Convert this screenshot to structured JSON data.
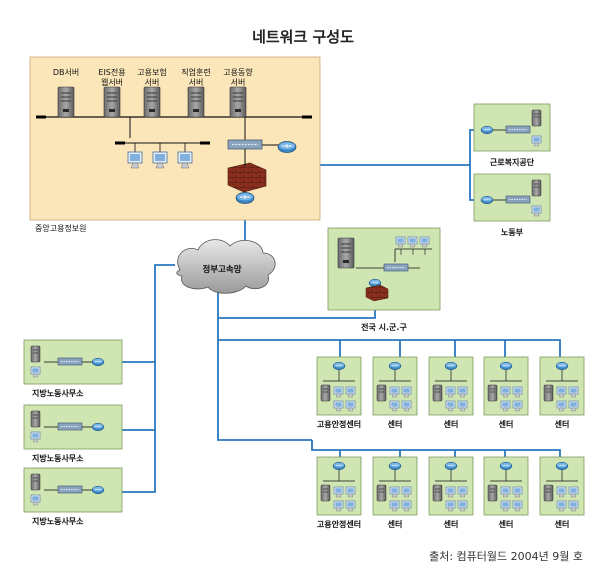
{
  "title": "네트워크 구성도",
  "source": "출처: 컴퓨터월드 2004년 9월 호",
  "hq": {
    "label": "중앙고용정보원",
    "servers": [
      {
        "line1": "DB서버",
        "line2": ""
      },
      {
        "line1": "EIS전용",
        "line2": "웹서버"
      },
      {
        "line1": "고용보험",
        "line2": "서버"
      },
      {
        "line1": "직업훈련",
        "line2": "서버"
      },
      {
        "line1": "고용동향",
        "line2": "서버"
      }
    ]
  },
  "cloud": "정부고속망",
  "right_sites": [
    {
      "label": "근로복지공단"
    },
    {
      "label": "노동부"
    }
  ],
  "local_gov": {
    "label": "전국 시.군.구"
  },
  "labor_offices": [
    {
      "label": "지방노동사무소"
    },
    {
      "label": "지방노동사무소"
    },
    {
      "label": "지방노동사무소"
    }
  ],
  "centers_row1": [
    {
      "label": "고용안정센터"
    },
    {
      "label": "센터"
    },
    {
      "label": "센터"
    },
    {
      "label": "센터"
    },
    {
      "label": "센터"
    }
  ],
  "centers_row2": [
    {
      "label": "고용안정센터"
    },
    {
      "label": "센터"
    },
    {
      "label": "센터"
    },
    {
      "label": "센터"
    },
    {
      "label": "센터"
    }
  ]
}
